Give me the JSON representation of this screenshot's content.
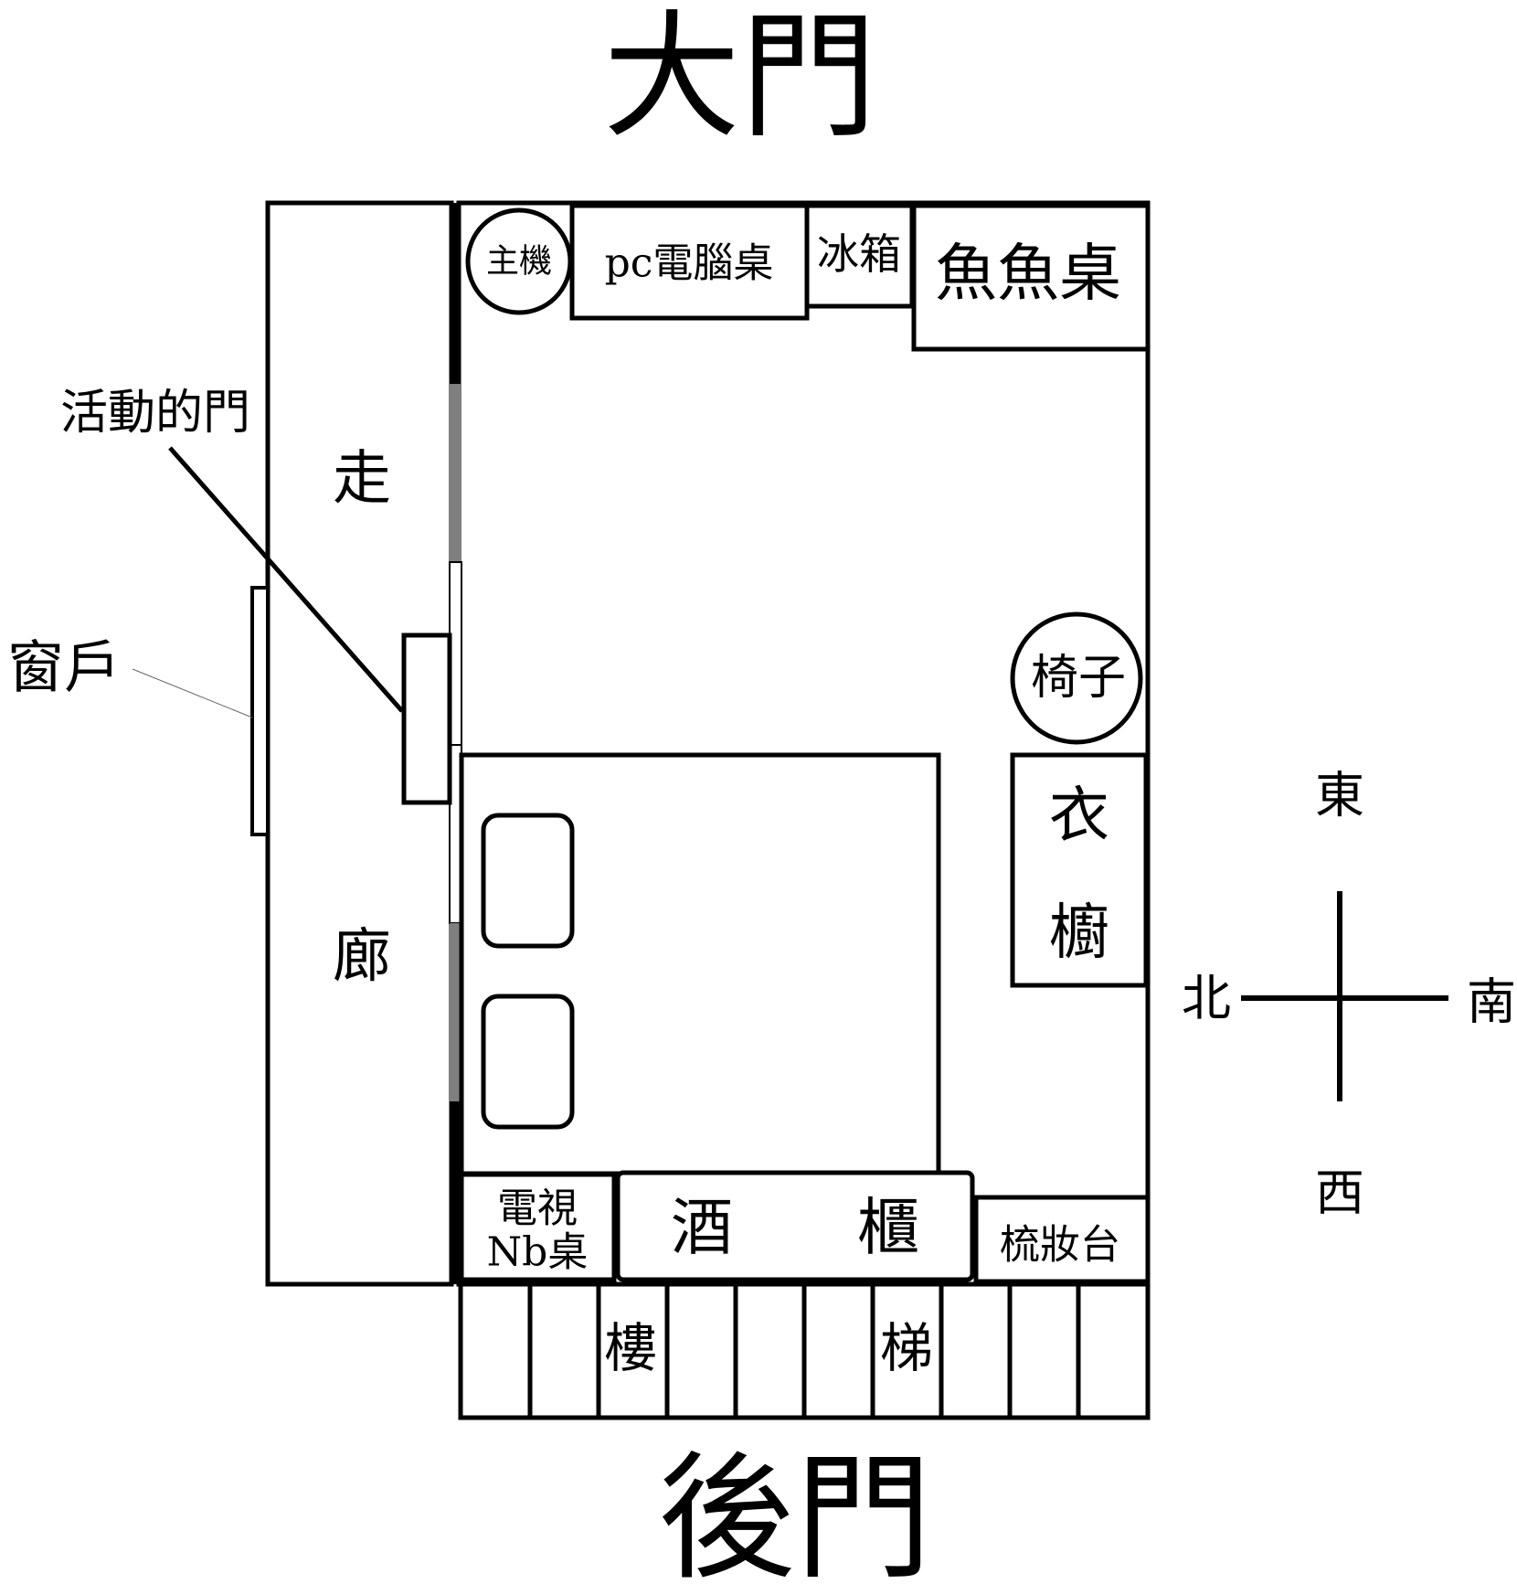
{
  "labels": {
    "main_door": "大門",
    "back_door": "後門",
    "corridor_1": "走",
    "corridor_2": "廊",
    "window": "窗戶",
    "sliding_door": "活動的門",
    "pc_tower": "主機",
    "pc_desk": "pc電腦桌",
    "fridge": "冰箱",
    "fish_table": "魚魚桌",
    "chair": "椅子",
    "wardrobe_1": "衣",
    "wardrobe_2": "櫥",
    "tv_desk_1": "電視",
    "tv_desk_2": "Nb桌",
    "wine_cabinet": "酒　　櫃",
    "dresser": "梳妝台",
    "stairs_1": "樓",
    "stairs_2": "梯"
  },
  "compass": {
    "north": "北",
    "south": "南",
    "east": "東",
    "west": "西"
  },
  "colors": {
    "line": "#000000",
    "door_panel": "#7f7f7f",
    "background": "#ffffff"
  }
}
